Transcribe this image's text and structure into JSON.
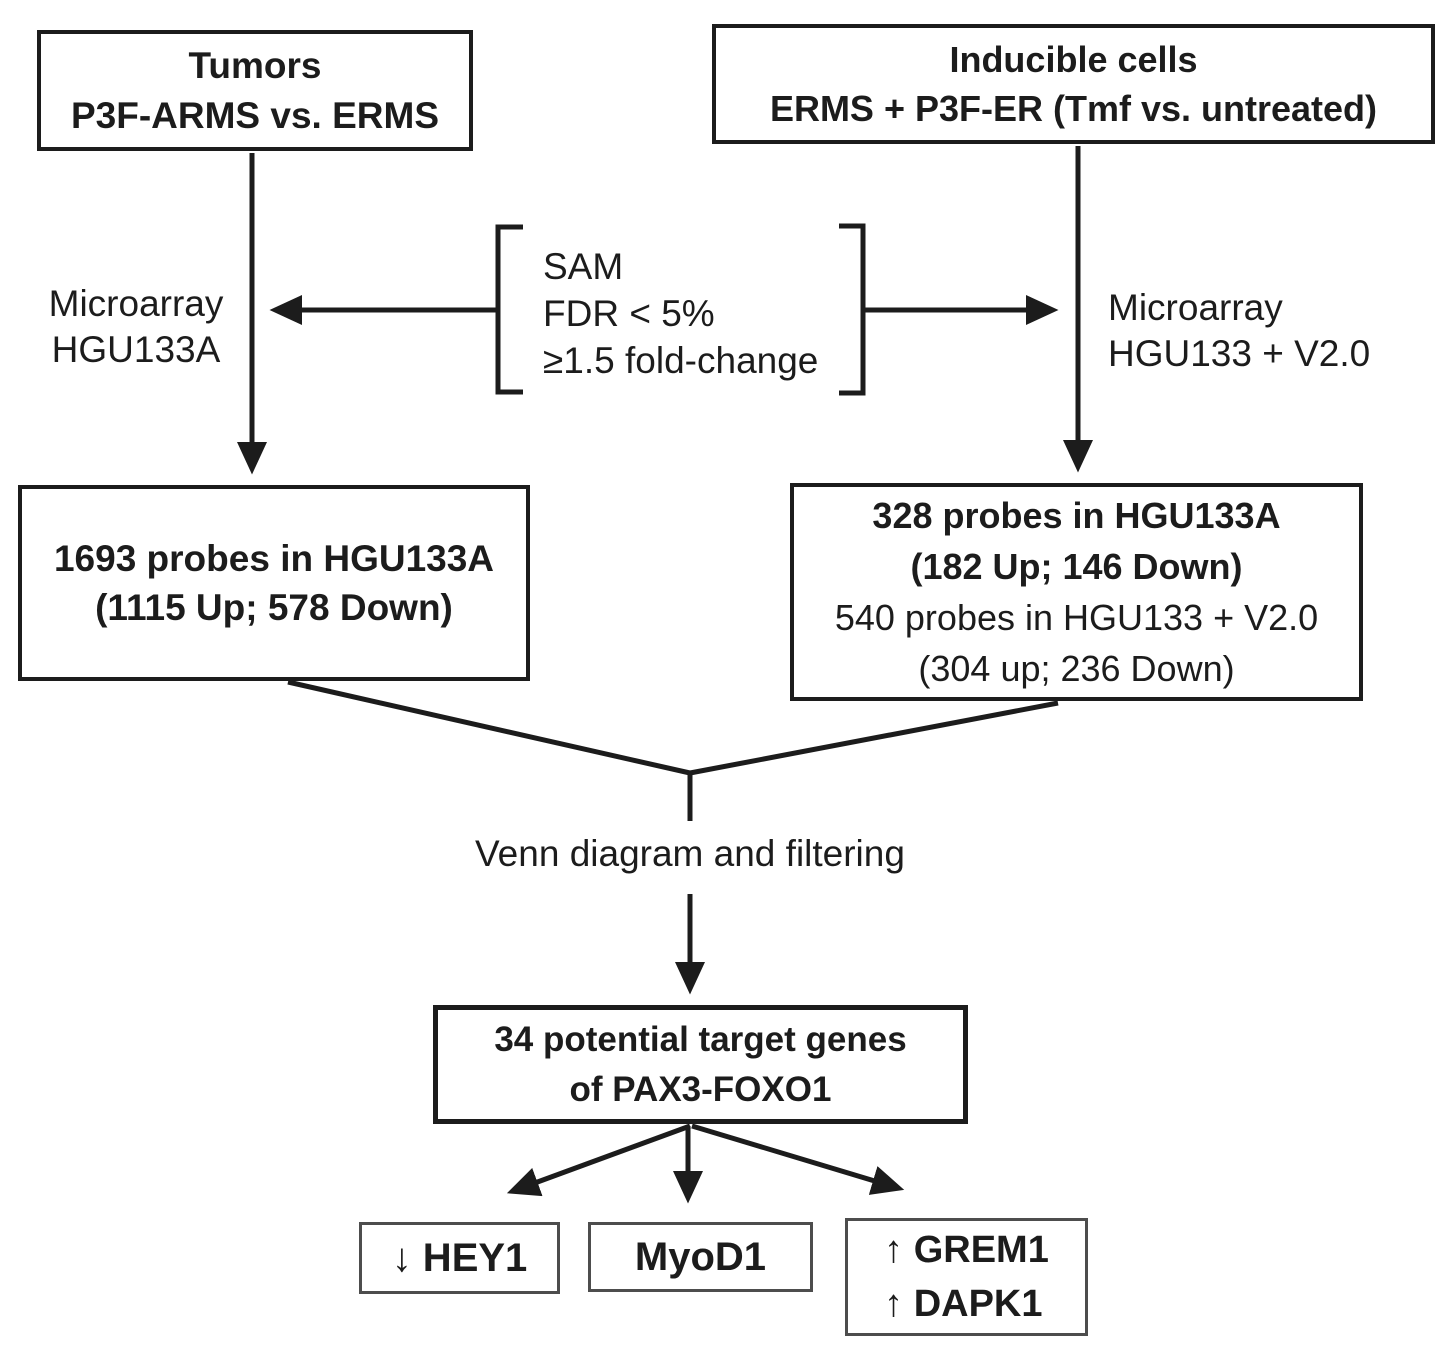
{
  "colors": {
    "background": "#ffffff",
    "ink": "#1c1c1c",
    "small_box_border": "#4d4d4d"
  },
  "nodes": {
    "tumors": {
      "line1": "Tumors",
      "line2": "P3F-ARMS vs. ERMS"
    },
    "inducible": {
      "line1": "Inducible cells",
      "line2": "ERMS + P3F-ER (Tmf vs. untreated)"
    },
    "sam_criteria": {
      "line1": "SAM",
      "line2": "FDR < 5%",
      "line3": "≥1.5 fold-change"
    },
    "microarray_left": {
      "line1": "Microarray",
      "line2": "HGU133A"
    },
    "microarray_right": {
      "line1": "Microarray",
      "line2": "HGU133 + V2.0"
    },
    "probes_left": {
      "line1": "1693 probes in HGU133A",
      "line2": "(1115 Up; 578 Down)"
    },
    "probes_right": {
      "line1": "328 probes in HGU133A",
      "line2": "(182 Up; 146 Down)",
      "line3": "540 probes in HGU133 + V2.0",
      "line4": "(304 up; 236 Down)"
    },
    "venn_label": "Venn diagram and filtering",
    "targets": {
      "line1": "34 potential target genes",
      "line2": "of PAX3-FOXO1"
    },
    "hey1_label": "↓ HEY1",
    "myod1_label": "MyoD1",
    "grem_dapk": {
      "line1": "↑ GREM1",
      "line2": "↑ DAPK1"
    }
  }
}
